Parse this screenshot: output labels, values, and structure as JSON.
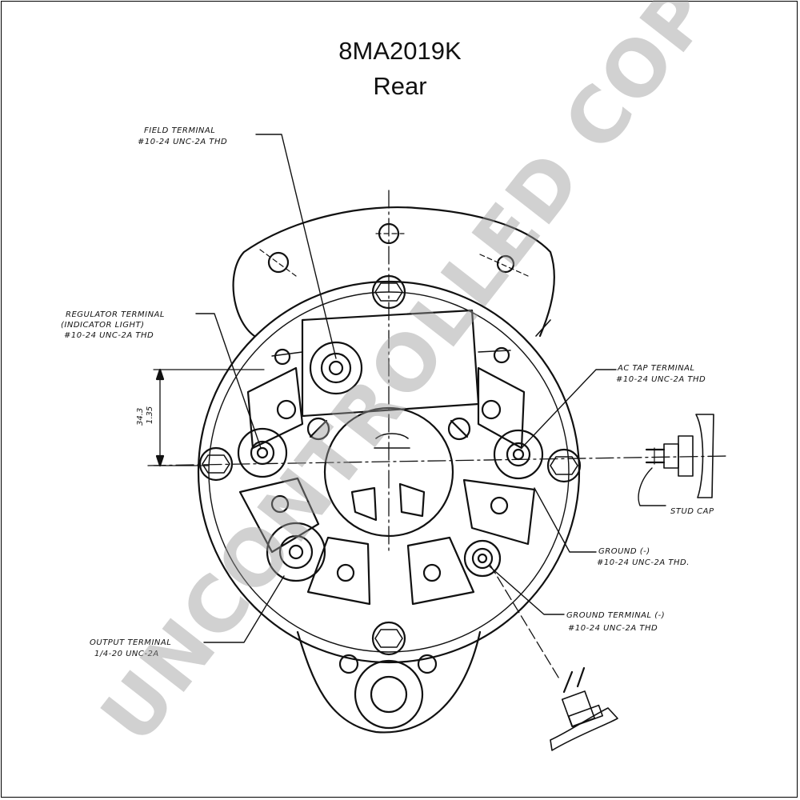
{
  "header": {
    "part_number": "8MA2019K",
    "view": "Rear"
  },
  "labels": {
    "field_terminal": "FIELD TERMINAL",
    "field_thread": "#10-24 UNC-2A THD",
    "regulator_terminal": "REGULATOR TERMINAL",
    "regulator_sub": "(INDICATOR LIGHT)",
    "regulator_thread": "#10-24 UNC-2A THD",
    "ac_tap_terminal": "AC TAP TERMINAL",
    "ac_tap_thread": "#10-24 UNC-2A THD",
    "stud_cap": "STUD CAP",
    "ground": "GROUND (-)",
    "ground_thread": "#10-24 UNC-2A THD.",
    "ground_terminal": "GROUND TERMINAL (-)",
    "ground_terminal_thread": "#10-24 UNC-2A THD",
    "output_terminal": "OUTPUT TERMINAL",
    "output_thread": "1/4-20 UNC-2A",
    "dimension": "34.3",
    "dimension_sub": "1.35"
  },
  "watermark": "UNCONTROLLED COPY"
}
